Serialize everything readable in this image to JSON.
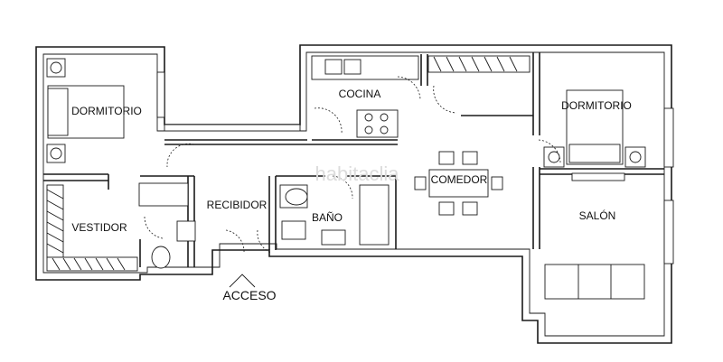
{
  "plan": {
    "rooms": {
      "dormitorio_left": "DORMITORIO",
      "vestidor": "VESTIDOR",
      "recibidor": "RECIBIDOR",
      "cocina": "COCINA",
      "bano": "BAÑO",
      "comedor": "COMEDOR",
      "dormitorio_right": "DORMITORIO",
      "salon": "SALÓN"
    },
    "entrance": "ACCESO",
    "watermark": "habitaclia"
  }
}
